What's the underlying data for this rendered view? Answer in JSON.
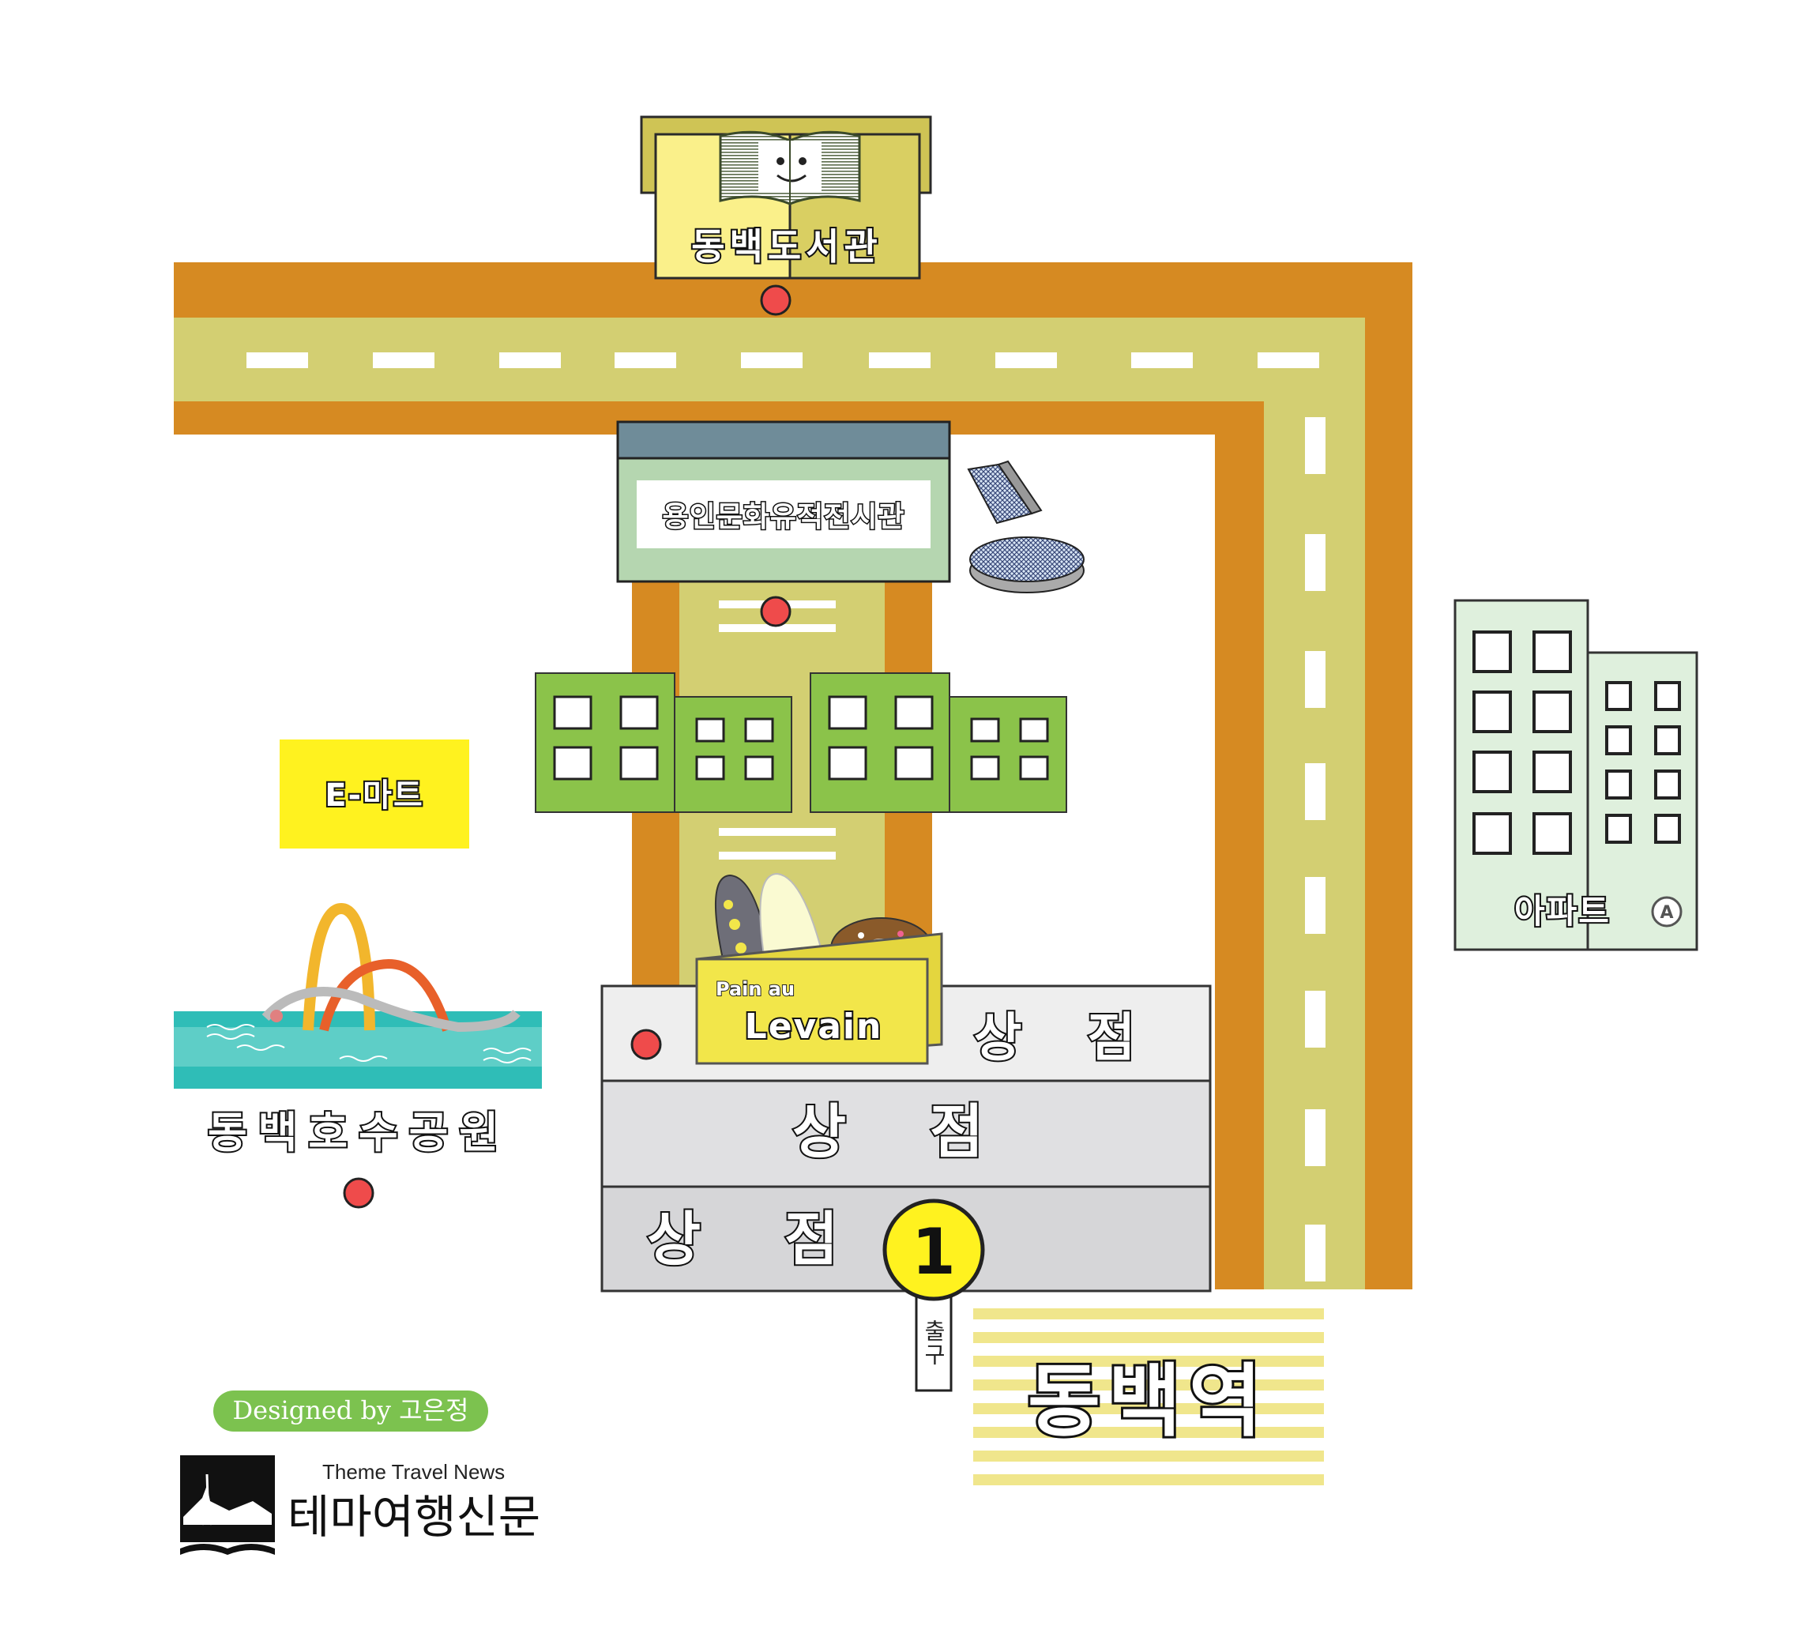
{
  "map": {
    "landmarks": {
      "library": {
        "label": "동백도서관"
      },
      "museum": {
        "label": "용인문화유적전시관"
      },
      "mart": {
        "label": "E-마트"
      },
      "apartment": {
        "label": "아파트",
        "badge": "A"
      },
      "park": {
        "label": "동백호수공원"
      },
      "bakery": {
        "line1": "Pain au",
        "line2": "Levain"
      },
      "shops": [
        {
          "label": "상 점"
        },
        {
          "label": "상 점"
        },
        {
          "label": "상 점"
        }
      ],
      "station": {
        "label": "동백역"
      },
      "exit": {
        "number": "1",
        "label": "출구"
      }
    },
    "credit": {
      "text": "Designed by 고은정"
    },
    "publisher": {
      "english": "Theme Travel News",
      "korean": "테마여행신문"
    }
  },
  "colors": {
    "road_outer": "#d68a22",
    "road_inner": "#d3cf72",
    "building_green": "#8bc34a",
    "mart_yellow": "#fff21f",
    "bakery_yellow": "#f2e64a",
    "library_yellow": "#faf08a",
    "apartment_mint": "#dff0dd",
    "museum_roof": "#6f8c99",
    "museum_body": "#b5d6b0",
    "water": "#2fbdb7",
    "station_stripes": "#f0e68c",
    "credit_green": "#7cc24f",
    "marker_red": "#ef4b4b"
  },
  "icons": [
    "book-icon",
    "telescope-icon",
    "bread-icon",
    "donut-icon",
    "arch-sculpture-icon",
    "eiffel-tower-logo-icon"
  ]
}
